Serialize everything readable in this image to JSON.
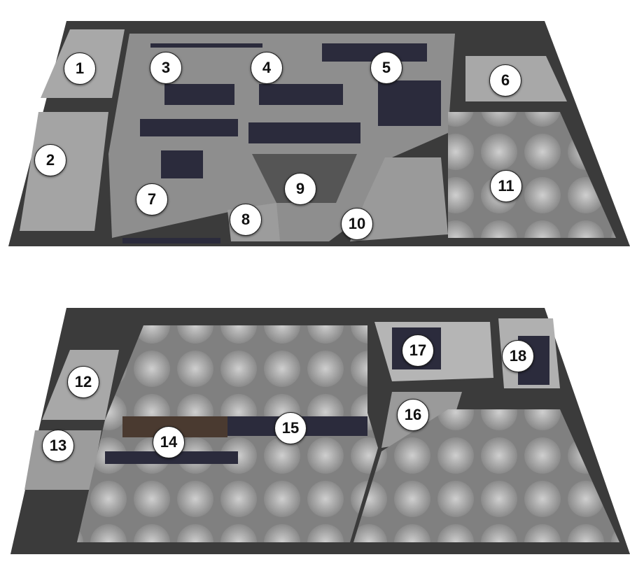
{
  "title": "Fitness facility 3D floor plan",
  "colors": {
    "wall": "#3b3b3b",
    "floor": "#8c8c8c",
    "room_floor": "#a9a9a9",
    "equipment": "#2a2a3a",
    "marker": "#ffffff"
  },
  "upper_floor": {
    "markers": [
      {
        "label": "1"
      },
      {
        "label": "2"
      },
      {
        "label": "3"
      },
      {
        "label": "4"
      },
      {
        "label": "5"
      },
      {
        "label": "6"
      },
      {
        "label": "7"
      },
      {
        "label": "8"
      },
      {
        "label": "9"
      },
      {
        "label": "10"
      },
      {
        "label": "11"
      }
    ]
  },
  "lower_floor": {
    "markers": [
      {
        "label": "12"
      },
      {
        "label": "13"
      },
      {
        "label": "14"
      },
      {
        "label": "15"
      },
      {
        "label": "16"
      },
      {
        "label": "17"
      },
      {
        "label": "18"
      }
    ]
  }
}
